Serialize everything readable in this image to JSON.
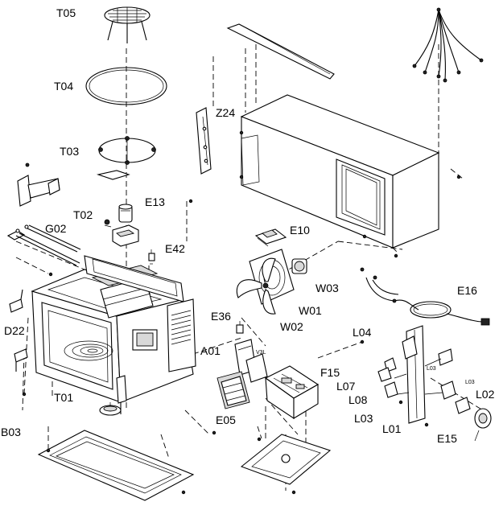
{
  "labels": {
    "T05": "T05",
    "T04": "T04",
    "T03": "T03",
    "T02": "T02",
    "T01": "T01",
    "E13": "E13",
    "E42": "E42",
    "E10": "E10",
    "E16": "E16",
    "E36": "E36",
    "E05": "E05",
    "E15": "E15",
    "G02": "G02",
    "D22": "D22",
    "B03": "B03",
    "Z24": "Z24",
    "W01": "W01",
    "W02": "W02",
    "W03": "W03",
    "A01": "A01",
    "F15": "F15",
    "L01": "L01",
    "L02": "L02",
    "L03": "L03",
    "L04": "L04",
    "L07": "L07",
    "L08": "L08",
    "tiny_V3L": "V3L",
    "tiny_L03a": "L03",
    "tiny_L03b": "L03"
  }
}
